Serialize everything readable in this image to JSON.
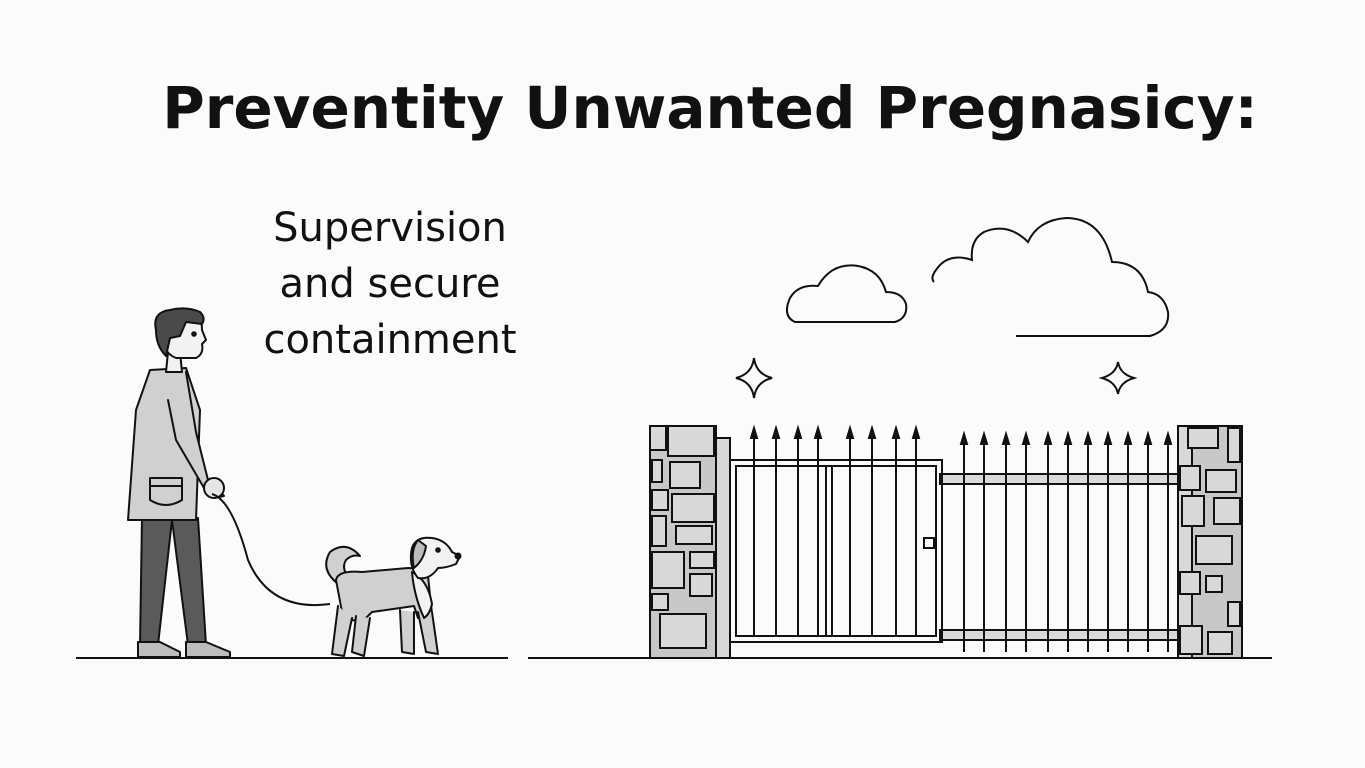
{
  "heading": {
    "title": "Preventity Unwanted Pregnasicy:"
  },
  "caption": {
    "lines": [
      "Supervision",
      "and secure",
      "containment"
    ]
  },
  "icons": [
    "person-icon",
    "dog-icon",
    "leash-icon",
    "gate-icon",
    "stone-pillar-icon",
    "cloud-icon",
    "sparkle-icon"
  ],
  "colors": {
    "ink": "#111111",
    "fill_light": "#d9d9d9",
    "fill_mid": "#bdbdbd",
    "fill_dark": "#5a5a5a",
    "background": "#fbfbfb"
  }
}
